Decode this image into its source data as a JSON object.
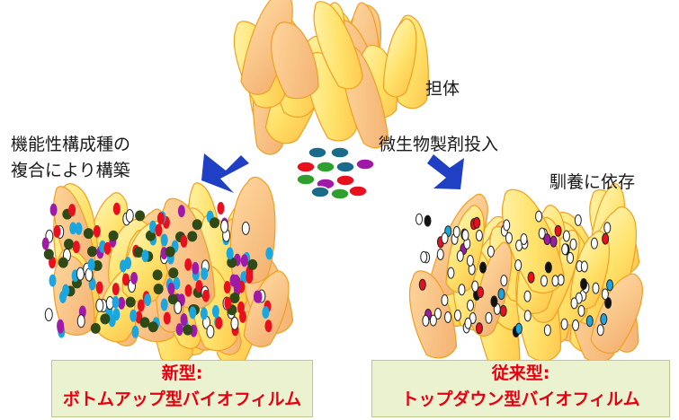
{
  "labels": {
    "carrier": "担体",
    "new_method_line1": "機能性構成種の",
    "new_method_line2": "複合により構築",
    "inoculant": "微生物製剤投入",
    "conventional_method": "馴養に依存"
  },
  "boxes": {
    "new": {
      "line1": "新型:",
      "line2": "ボトムアップ型バイオフィルム"
    },
    "old": {
      "line1": "従来型:",
      "line2": "トップダウン型バイオフィルム"
    }
  },
  "colors": {
    "arrow": "#1f3fc4",
    "box_text": "#e60012",
    "box_fill": "#ebf2cf",
    "flake_fill": "#ffe88a",
    "flake_stroke": "#f0a020",
    "microbe_red": "#e8101e",
    "microbe_purple": "#a01aa8",
    "microbe_darkgreen": "#2f4a16",
    "microbe_cyan": "#1aa7e0",
    "microbe_teal": "#1a6a8a",
    "microbe_green": "#2fa02f"
  }
}
